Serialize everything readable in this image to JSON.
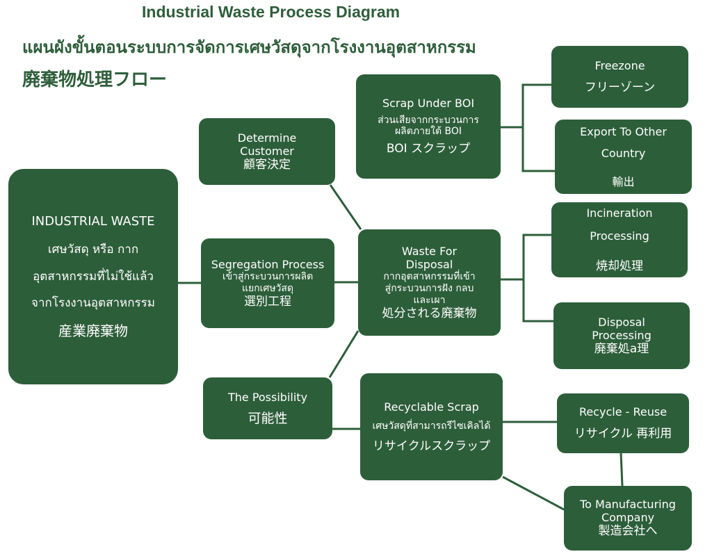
{
  "title": {
    "en": "Industrial Waste Process Diagram",
    "th": "แผนผังขั้นตอนระบบการจัดการเศษวัสดุจากโรงงานอุตสาหกรรม",
    "jp": "廃棄物処理フロー"
  },
  "nodes": {
    "industrial_waste": {
      "en": "INDUSTRIAL WASTE",
      "th_1": "เศษวัสดุ หรือ กาก",
      "th_2": "อุตสาหกรรมที่ไม่ใช้แล้ว",
      "th_3": "จากโรงงานอุตสาหกรรม",
      "jp": "産業廃棄物"
    },
    "determine_customer": {
      "en_1": "Determine",
      "en_2": "Customer",
      "jp": "顧客決定"
    },
    "segregation_process": {
      "en": "Segregation Process",
      "th_1": "เข้าสู่กระบวนการผลิต",
      "th_2": "แยกเศษวัสดุ",
      "jp": "選別工程"
    },
    "the_possibility": {
      "en": "The Possibility",
      "jp": "可能性"
    },
    "scrap_under_boi": {
      "en": "Scrap Under BOI",
      "th_1": "ส่วนเสียจากกระบวนการ",
      "th_2": "ผลิตภายใต้ BOI",
      "jp": "BOI スクラップ"
    },
    "waste_for_disposal": {
      "en_1": "Waste For",
      "en_2": "Disposal",
      "th_1": "กากอุตสาหกรรมที่เข้า",
      "th_2": "สู่กระบวนการฝัง กลบ",
      "th_3": "และเผา",
      "jp": "処分される廃棄物"
    },
    "recyclable_scrap": {
      "en": "Recyclable Scrap",
      "th": "เศษวัสดุที่สามารถรีไซเคิลได้",
      "jp": "リサイクルスクラップ"
    },
    "freezone": {
      "en": "Freezone",
      "jp": "フリーゾーン"
    },
    "export_to_other_country": {
      "en_1": "Export To Other",
      "en_2": "Country",
      "jp": "輸出"
    },
    "incineration_processing": {
      "en_1": "Incineration",
      "en_2": "Processing",
      "jp": "焼却処理"
    },
    "disposal_processing": {
      "en_1": "Disposal",
      "en_2": "Processing",
      "jp": "廃棄処a理"
    },
    "recycle_reuse": {
      "en": "Recycle - Reuse",
      "jp": "リサイクル  再利用"
    },
    "to_manufacturing_company": {
      "en_1": "To Manufacturing",
      "en_2": "Company",
      "jp": "製造会社へ"
    }
  },
  "colors": {
    "node_fill": "#2d5e3a",
    "title_text": "#2e5e3a",
    "connector": "#2d5e3a",
    "node_text": "#ffffff"
  }
}
